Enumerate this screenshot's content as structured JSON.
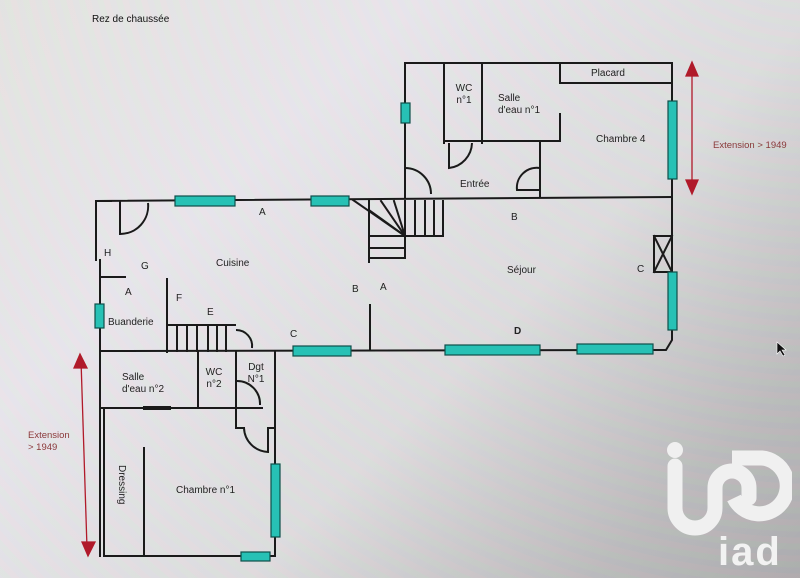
{
  "plan": {
    "title": "Rez de chaussée",
    "colors": {
      "wall": "#1a1a1a",
      "window_fill": "#27c1b5",
      "window_stroke": "#0f4f4a",
      "arrow": "#b01a2a",
      "extension_text": "#8a3a3a"
    },
    "rooms": {
      "wc1": [
        "WC",
        "n°1"
      ],
      "salle_eau_1": [
        "Salle",
        "d'eau n°1"
      ],
      "placard": "Placard",
      "chambre4": "Chambre 4",
      "entree": "Entrée",
      "cuisine": "Cuisine",
      "buanderie": "Buanderie",
      "sejour": "Séjour",
      "salle_eau_2": [
        "Salle",
        "d'eau n°2"
      ],
      "wc2": [
        "WC",
        "n°2"
      ],
      "dgt1": [
        "Dgt",
        "N°1"
      ],
      "dressing": "Dressing",
      "chambre1": "Chambre n°1"
    },
    "wall_labels": {
      "cuisine_top_a": "A",
      "cuisine_h": "H",
      "cuisine_g": "G",
      "buanderie_a": "A",
      "cuisine_f": "F",
      "cuisine_e": "E",
      "cuisine_c": "C",
      "cuisine_b": "B",
      "sejour_a": "A",
      "sejour_b": "B",
      "sejour_c": "C",
      "sejour_d": "D"
    },
    "annotations": {
      "extension_top": "Extension > 1949",
      "extension_left_line1": "Extension",
      "extension_left_line2": "> 1949"
    }
  },
  "branding": {
    "logo_text": "iad"
  }
}
